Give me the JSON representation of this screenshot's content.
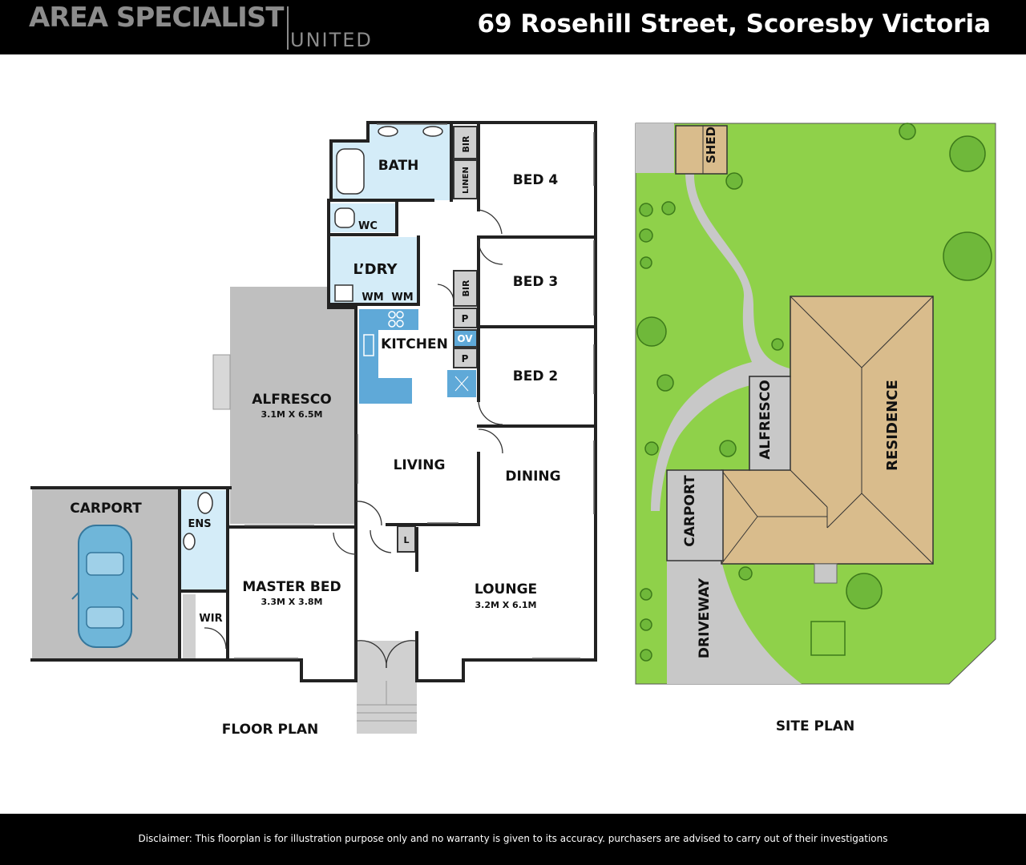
{
  "header": {
    "brand": "AREA SPECIALIST",
    "brand_sub": "UNITED",
    "address": "69 Rosehill Street, Scoresby Victoria"
  },
  "floor_plan": {
    "caption": "FLOOR PLAN",
    "rooms": {
      "bath": "BATH",
      "bir_top": "BIR",
      "linen": "LINEN",
      "bed4": "BED 4",
      "wc": "WC",
      "ldry": "L’DRY",
      "wm1": "WM",
      "wm2": "WM",
      "bir_mid": "BIR",
      "bed3": "BED 3",
      "pantry1": "P",
      "oven": "OV",
      "pantry2": "P",
      "kitchen": "KITCHEN",
      "bed2": "BED 2",
      "alfresco": "ALFRESCO",
      "alfresco_dim": "3.1M X 6.5M",
      "living": "LIVING",
      "dining": "DINING",
      "carport": "CARPORT",
      "ens": "ENS",
      "linen_cupboard": "L",
      "master_bed": "MASTER BED",
      "master_bed_dim": "3.3M X 3.8M",
      "lounge": "LOUNGE",
      "lounge_dim": "3.2M X 6.1M",
      "wir": "WIR"
    }
  },
  "site_plan": {
    "caption": "SITE PLAN",
    "labels": {
      "shed": "SHED",
      "alfresco": "ALFRESCO",
      "residence": "RESIDENCE",
      "carport": "CARPORT",
      "driveway": "DRIVEWAY"
    }
  },
  "footer": {
    "disclaimer": "Disclaimer: This floorplan is for illustration purpose only and no warranty is given to its accuracy. purchasers are advised to carry out of their investigations"
  },
  "colors": {
    "wet_area": "#d4ecf8",
    "kitchen_bench": "#5fa9d8",
    "alfresco": "#bfbfbf",
    "lawn": "#8fd14a",
    "roof": "#d9bc8c",
    "paving": "#c8c8c8",
    "car": "#6fb6d9"
  }
}
